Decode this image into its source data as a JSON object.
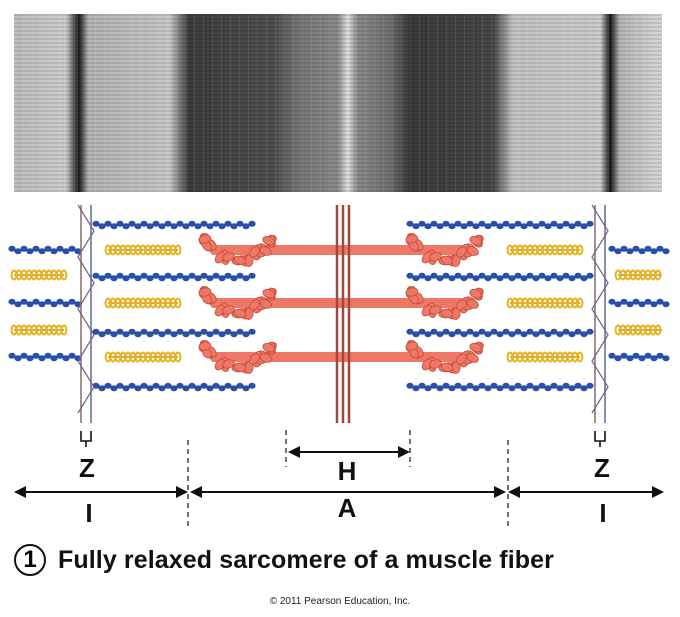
{
  "labels": {
    "z_left": "Z",
    "z_right": "Z",
    "h_zone": "H",
    "a_band": "A",
    "i_left": "I",
    "i_right": "I"
  },
  "caption": {
    "step_number": "1",
    "text": "Fully relaxed sarcomere of a muscle fiber"
  },
  "copyright": "© 2011 Pearson Education, Inc.",
  "colors": {
    "actin_blue": "#2a4fa8",
    "titin_yellow": "#e8b21e",
    "myosin_red": "#ee7766",
    "z_line": "#7a5d8a",
    "m_line": "#a0463c"
  }
}
